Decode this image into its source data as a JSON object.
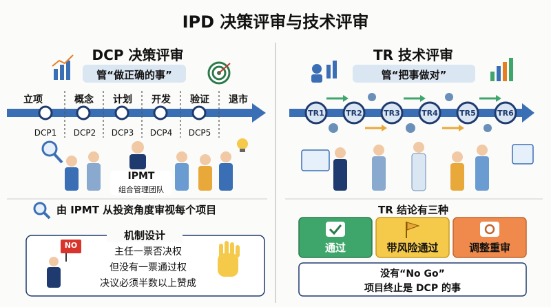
{
  "title": "IPD 决策评审与技术评审",
  "left": {
    "heading": "DCP 决策评审",
    "motto": "管“做正确的事”",
    "phases": [
      "立项",
      "概念",
      "计划",
      "开发",
      "验证",
      "退市"
    ],
    "dcps": [
      "DCP1",
      "DCP2",
      "DCP3",
      "DCP4",
      "DCP5"
    ],
    "ipmt_title": "IPMT",
    "ipmt_subtitle": "组合管理团队",
    "review_text": "由 IPMT 从投资角度审视每个项目",
    "mechanism": {
      "heading": "机制设计",
      "sign": "NO",
      "lines": [
        "主任一票否决权",
        "但没有一票通过权",
        "决议必须半数以上赞成"
      ]
    }
  },
  "right": {
    "heading": "TR 技术评审",
    "motto": "管“把事做对”",
    "trs": [
      "TR1",
      "TR2",
      "TR3",
      "TR4",
      "TR5",
      "TR6"
    ],
    "conclusion_heading": "TR 结论有三种",
    "outcomes": [
      {
        "label": "通过",
        "icon": "check-icon",
        "color": "#3fa66b"
      },
      {
        "label": "带风险通过",
        "icon": "flag-icon",
        "color": "#f5c94a"
      },
      {
        "label": "调整重审",
        "icon": "refresh-icon",
        "color": "#ef8a4c"
      }
    ],
    "note_lines": [
      "没有“No Go”",
      "项目终止是 DCP 的事"
    ]
  },
  "colors": {
    "blue": "#3b6fb5",
    "navy": "#1e3a6e",
    "green": "#3fa66b",
    "yellow": "#f5c94a",
    "orange": "#ef8a4c"
  }
}
